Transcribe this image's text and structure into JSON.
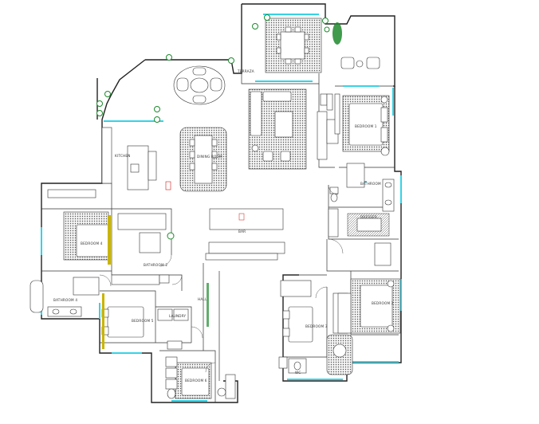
{
  "rooms": {
    "terrace": "TERRAZA",
    "kitchen": "KITCHEN",
    "dining": "DINING ROOM",
    "bedroom1": "BEDROOM 1",
    "bathroom_top": "BATHROOM",
    "dresser": "DRESSER",
    "bar": "BAR",
    "bedroom4": "BEDROOM 4",
    "bathroom2": "BATHROOM 2",
    "bathroom4": "BATHROOM 4",
    "bedroom5": "BEDROOM 5",
    "laundry": "LAUNDRY",
    "hall": "HALL",
    "bedroom3": "BEDROOM 3",
    "bedroom2": "BEDROOM 2",
    "bedroom6": "BEDROOM 6",
    "wc": "WC"
  },
  "colors": {
    "wall": "#222222",
    "window": "#35d3e6",
    "plant": "#1e8a2e",
    "accent_yellow": "#c9b400",
    "accent_red": "#d83a3a"
  }
}
